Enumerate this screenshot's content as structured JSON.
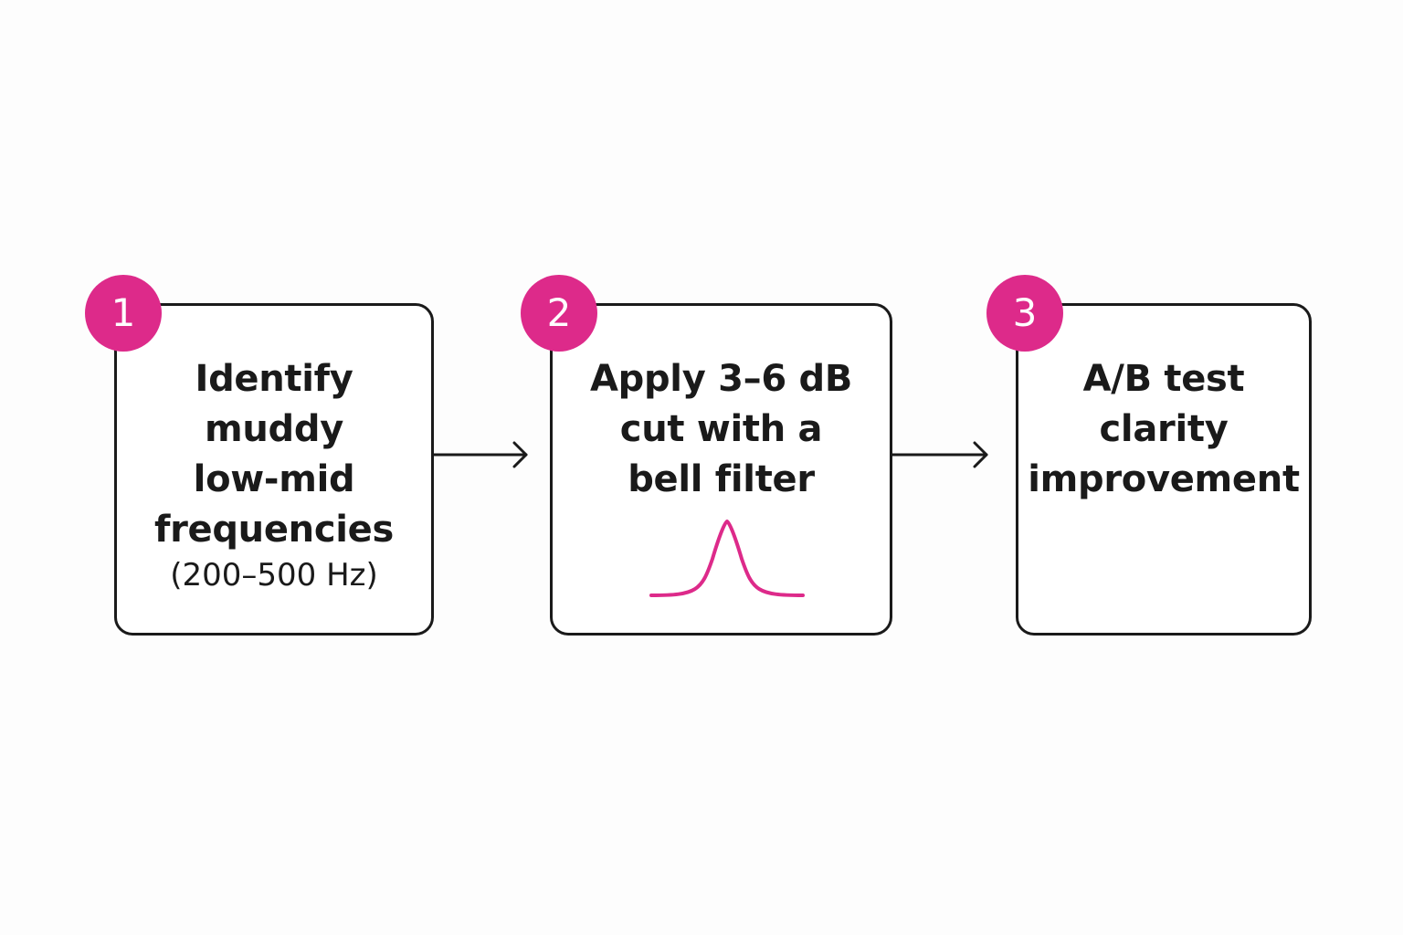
{
  "steps": [
    {
      "number": "1",
      "lines": [
        "Identify",
        "muddy",
        "low-mid",
        "frequencies"
      ],
      "subtext": "(200–500 Hz)"
    },
    {
      "number": "2",
      "lines": [
        "Apply 3–6 dB",
        "cut with a",
        "bell filter"
      ],
      "icon": "bell-curve-icon"
    },
    {
      "number": "3",
      "lines": [
        "A/B test",
        "clarity",
        "improvement"
      ]
    }
  ],
  "colors": {
    "accent": "#dd2a8a",
    "border": "#1a1a1a",
    "background": "#fdfdfd"
  },
  "connectors": [
    "arrow-right-icon",
    "arrow-right-icon"
  ]
}
